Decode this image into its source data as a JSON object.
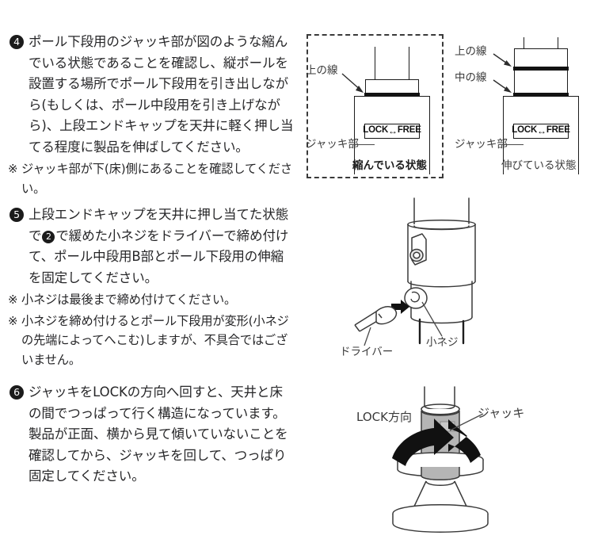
{
  "document": {
    "language": "ja",
    "type": "instruction-manual-page",
    "text_color": "#262628",
    "background": "#ffffff"
  },
  "steps": [
    {
      "number": "4",
      "marker_glyph": "4",
      "body": "ポール下段用のジャッキ部が図のような縮んでいる状態であることを確認し、縦ポールを設置する場所でポール下段用を引き出しながら(もしくは、ポール中段用を引き上げながら)、上段エンドキャップを天井に軽く押し当てる程度に製品を伸ばしてください。",
      "notes": [
        {
          "mark": "※",
          "text": "ジャッキ部が下(床)側にあることを確認してください。"
        }
      ]
    },
    {
      "number": "5",
      "marker_glyph": "5",
      "body_part1": "上段エンドキャップを天井に押し当てた状態で",
      "inline_marker": "2",
      "body_part2": "で緩めた小ネジをドライバーで締め付けて、ポール中段用B部とポール下段用の伸縮を固定してください。",
      "notes": [
        {
          "mark": "※",
          "text": "小ネジは最後まで締め付けてください。"
        },
        {
          "mark": "※",
          "text": "小ネジを締め付けるとポール下段用が変形(小ネジの先端によってへこむ)しますが、不具合ではございません。"
        }
      ]
    },
    {
      "number": "6",
      "marker_glyph": "6",
      "body": "ジャッキをLOCKの方向へ回すと、天井と床の間でつっぱって行く構造になっています。製品が正面、横から見て傾いていないことを確認してから、ジャッキを回して、つっぱり固定してください。",
      "notes": []
    }
  ],
  "figures": {
    "step4": {
      "contracted": {
        "caption": "縮んでいる状態",
        "caption_bold": true,
        "labels": {
          "upper_line": "上の線",
          "jack_part": "ジャッキ部"
        },
        "plate_text": {
          "left": "LOCK",
          "arrow": "↔",
          "right": "FREE"
        },
        "highlighted": true
      },
      "extended": {
        "caption": "伸びている状態",
        "caption_bold": false,
        "labels": {
          "upper_line": "上の線",
          "middle_line": "中の線",
          "jack_part": "ジャッキ部"
        },
        "plate_text": {
          "left": "LOCK",
          "arrow": "↔",
          "right": "FREE"
        },
        "highlighted": false
      }
    },
    "step5": {
      "labels": {
        "driver": "ドライバー",
        "small_screw": "小ネジ"
      }
    },
    "step6": {
      "labels": {
        "lock_direction": "LOCK方向",
        "jack": "ジャッキ"
      },
      "jack_color": "#b5b5b5"
    }
  }
}
